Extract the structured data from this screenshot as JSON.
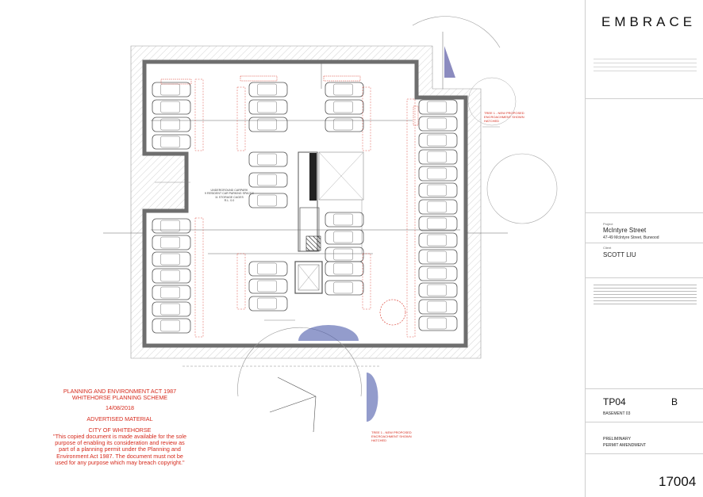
{
  "stamp": {
    "line1": "PLANNING AND ENVIRONMENT ACT 1987",
    "line2": "WHITEHORSE PLANNING SCHEME",
    "date": "14/08/2018",
    "advertised": "ADVERTISED MATERIAL",
    "city": "CITY OF WHITEHORSE",
    "notice": [
      "\"This copied document is made available for the sole",
      "purpose of enabling its consideration and review as",
      "part of a planning permit under the Planning and",
      "Environment Act 1987. The document must not be",
      "used for any purpose which may breach copyright.\""
    ]
  },
  "title_block": {
    "brand": "EMBRACE",
    "project_label": "Project",
    "project_name": "McIntyre Street",
    "project_address": "47-49 McIntyre Street, Burwood",
    "client_label": "Client",
    "client_name": "SCOTT LIU",
    "drawing_no": "TP04",
    "drawing_title": "BASEMENT 03",
    "revision": "B",
    "status_line1": "PRELIMINARY",
    "status_line2": "PERMIT AMENDMENT",
    "job_no": "17004"
  },
  "plan_labels": {
    "car_park": [
      "UNDERGROUND CARPARK",
      "9 RESIDENT CAR PARKING SPACES",
      "11 STORAGE CAGES",
      "R.L. 0.0"
    ],
    "tree_note": "TREE 1 - NEW PROPOSED ENCROACHMENT SHOWN HATCHED"
  },
  "colors": {
    "stamp": "#d62a1c",
    "linework": "#555555",
    "wall": "#7a7a7a"
  }
}
